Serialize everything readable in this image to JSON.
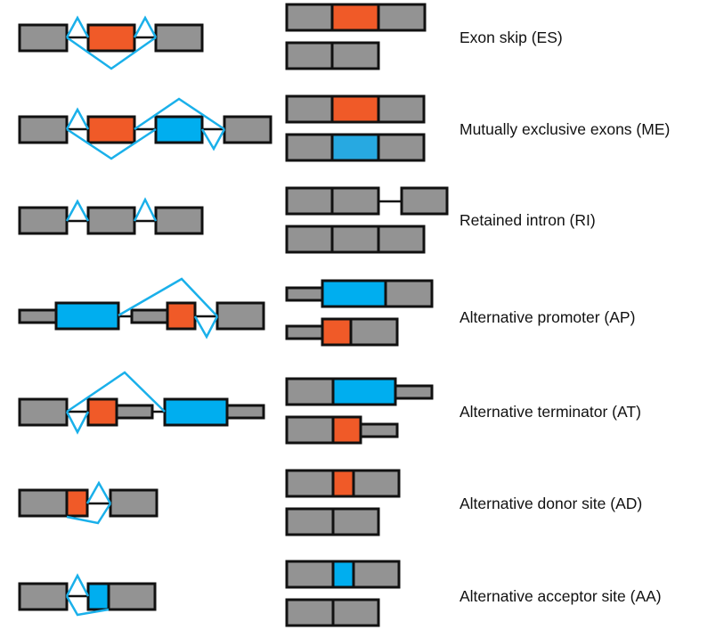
{
  "colors": {
    "constitutive_exon": "#939393",
    "alt_exon_a": "#f05a28",
    "alt_exon_b": "#00aeef",
    "alt_exon_b_light": "#27a9e1",
    "splice_path": "#1ab0ea",
    "outline": "#111111"
  },
  "events": [
    {
      "id": "ES",
      "label": "Exon skip (ES)"
    },
    {
      "id": "ME",
      "label": "Mutually exclusive exons (ME)"
    },
    {
      "id": "RI",
      "label": "Retained intron (RI)"
    },
    {
      "id": "AP",
      "label": "Alternative promoter (AP)"
    },
    {
      "id": "AT",
      "label": "Alternative terminator (AT)"
    },
    {
      "id": "AD",
      "label": "Alternative donor site (AD)"
    },
    {
      "id": "AA",
      "label": "Alternative acceptor site (AA)"
    }
  ]
}
